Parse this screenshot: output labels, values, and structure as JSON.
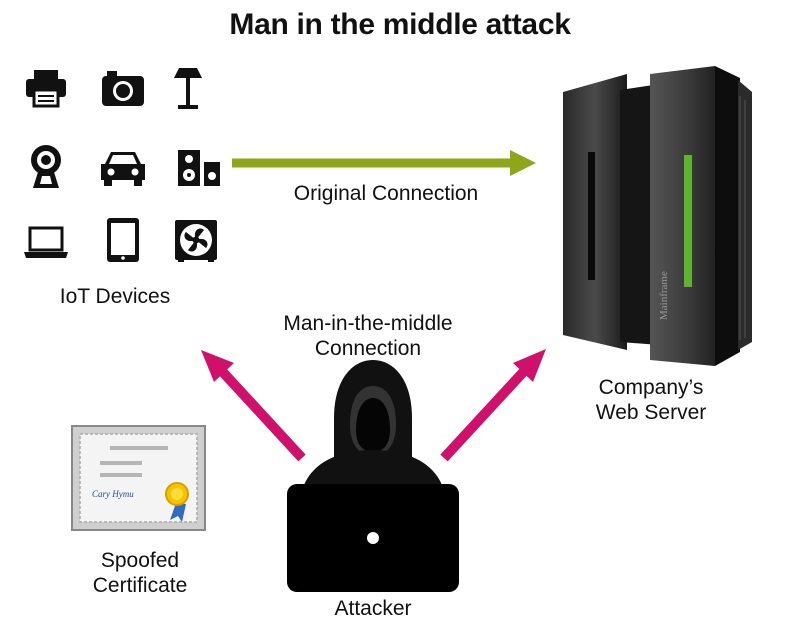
{
  "title": "Man in the middle attack",
  "iot": {
    "label": "IoT Devices",
    "devices": [
      "printer-icon",
      "camera-icon",
      "lamp-icon",
      "webcam-icon",
      "car-icon",
      "speaker-icon",
      "laptop-icon",
      "tablet-icon",
      "fan-icon"
    ]
  },
  "original_connection": {
    "label": "Original Connection",
    "color": "#8fa61a"
  },
  "mitm": {
    "line1": "Man-in-the-middle",
    "line2": "Connection",
    "color": "#d0116b"
  },
  "server": {
    "line1": "Company’s",
    "line2": "Web Server",
    "brand": "Mainframe",
    "led_color": "#5fb32e"
  },
  "certificate": {
    "line1": "Spoofed",
    "line2": "Certificate",
    "signature": "Cary Hymu"
  },
  "attacker": {
    "label": "Attacker"
  }
}
